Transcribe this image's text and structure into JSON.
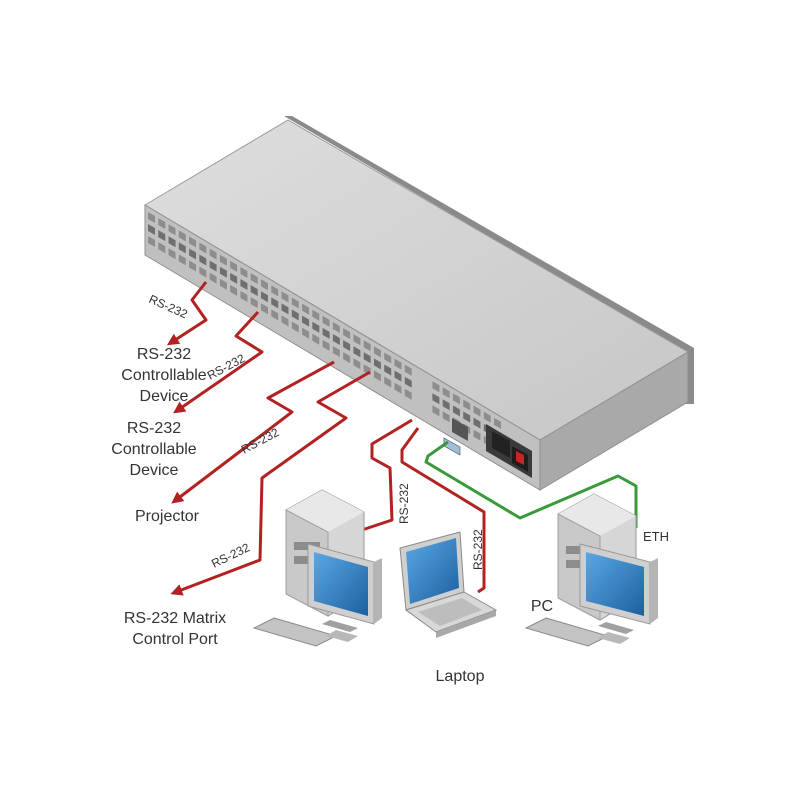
{
  "labels": {
    "device1": "RS-232\nControllable\nDevice",
    "device2": "RS-232\nControllable\nDevice",
    "projector": "Projector",
    "matrix_port": "RS-232 Matrix\nControl Port",
    "laptop": "Laptop",
    "pc": "PC",
    "eth": "ETH"
  },
  "cable_labels": {
    "c1": "RS-232",
    "c2": "RS-232",
    "c3": "RS-232",
    "c4": "RS-232",
    "c5": "RS-232",
    "c6": "RS-232"
  },
  "colors": {
    "rs232_cable": "#b22222",
    "eth_cable": "#3a9a3a",
    "chassis_top": "#d4d4d4",
    "chassis_front": "#bdbdbd",
    "monitor_screen": "#1e6fb5"
  }
}
